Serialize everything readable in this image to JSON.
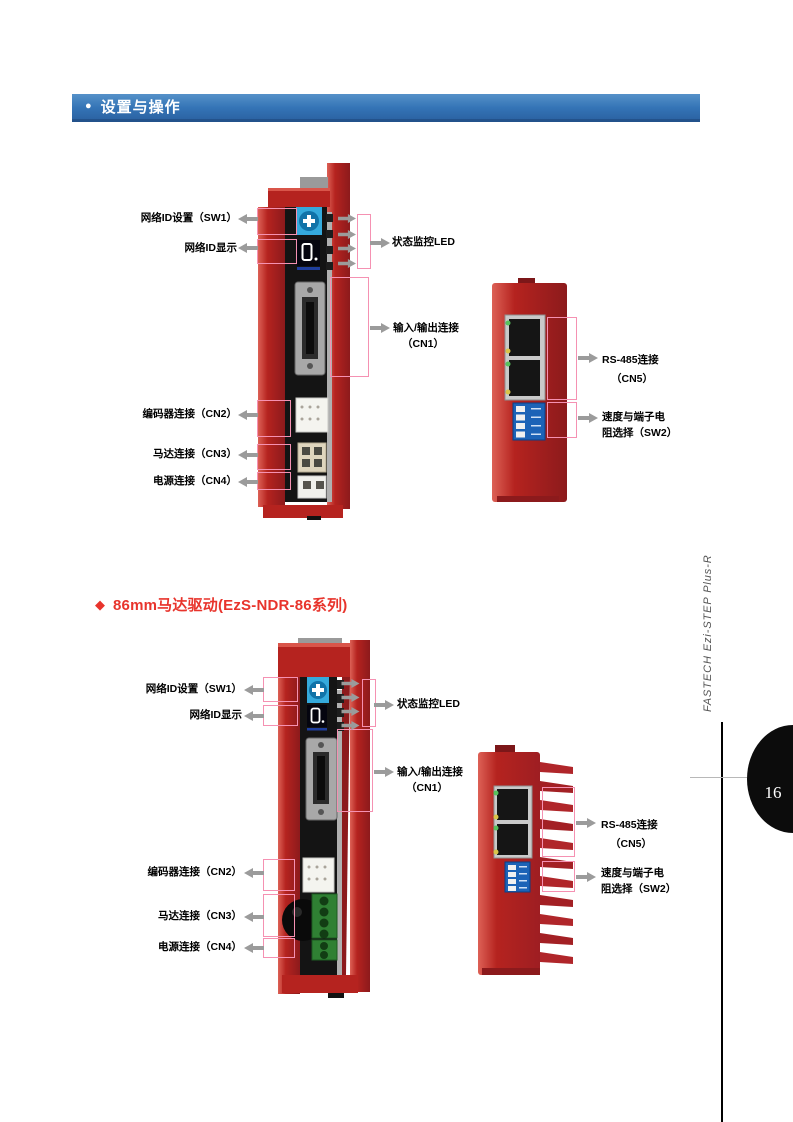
{
  "header": {
    "bullet": "●",
    "title": "设置与操作"
  },
  "section_heading": {
    "bullet": "◆",
    "title": "86mm马达驱动(EzS-NDR-86系列)"
  },
  "fig1": {
    "sw1": "网络ID设置（SW1）",
    "id_display": "网络ID显示",
    "status_led": "状态监控LED",
    "cn1_line1": "输入/输出连接",
    "cn1_line2": "（CN1）",
    "cn2": "编码器连接（CN2）",
    "cn3": "马达连接（CN3）",
    "cn4": "电源连接（CN4）",
    "cn5_line1": "RS-485连接",
    "cn5_line2": "（CN5）",
    "sw2_line1": "速度与端子电",
    "sw2_line2": "阻选择（SW2）"
  },
  "fig2": {
    "sw1": "网络ID设置（SW1）",
    "id_display": "网络ID显示",
    "status_led": "状态监控LED",
    "cn1_line1": "输入/输出连接",
    "cn1_line2": "（CN1）",
    "cn2": "编码器连接（CN2）",
    "cn3": "马达连接（CN3）",
    "cn4": "电源连接（CN4）",
    "cn5_line1": "RS-485连接",
    "cn5_line2": "（CN5）",
    "sw2_line1": "速度与端子电",
    "sw2_line2": "阻选择（SW2）"
  },
  "sidebar": {
    "brand": "FASTECH Ezi-STEP Plus-R"
  },
  "page": {
    "number": "16"
  },
  "colors": {
    "header_blue": "#3474b6",
    "heading_red": "#e8342c",
    "callout_pink": "#f591b2",
    "arrow_gray": "#9b9b9b",
    "device_red": "#b5231f"
  }
}
